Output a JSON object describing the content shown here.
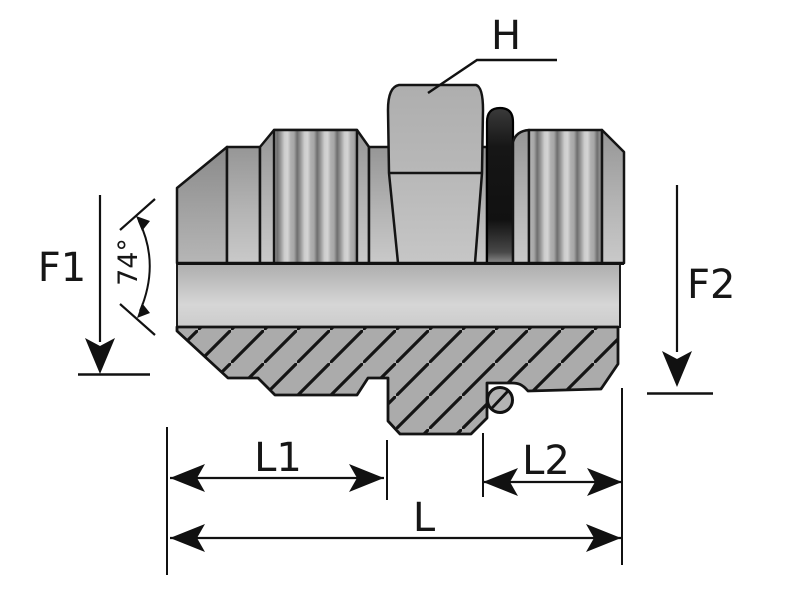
{
  "diagram": {
    "subject": "Male adapter fitting half-section drawing (37° flare cone, hex, O-ring seal, two male threads)",
    "labels": {
      "hex": "H",
      "thread_left": "F1",
      "thread_right": "F2",
      "cone_angle": "74°",
      "length_left": "L1",
      "length_right": "L2",
      "length_overall": "L"
    },
    "colors": {
      "background": "#ffffff",
      "outline": "#161616",
      "metal_light": "#c9c9c9",
      "metal_mid": "#ababab",
      "metal_dark": "#7d7d7d",
      "seal_black": "#141414",
      "label_text": "#161616"
    }
  }
}
